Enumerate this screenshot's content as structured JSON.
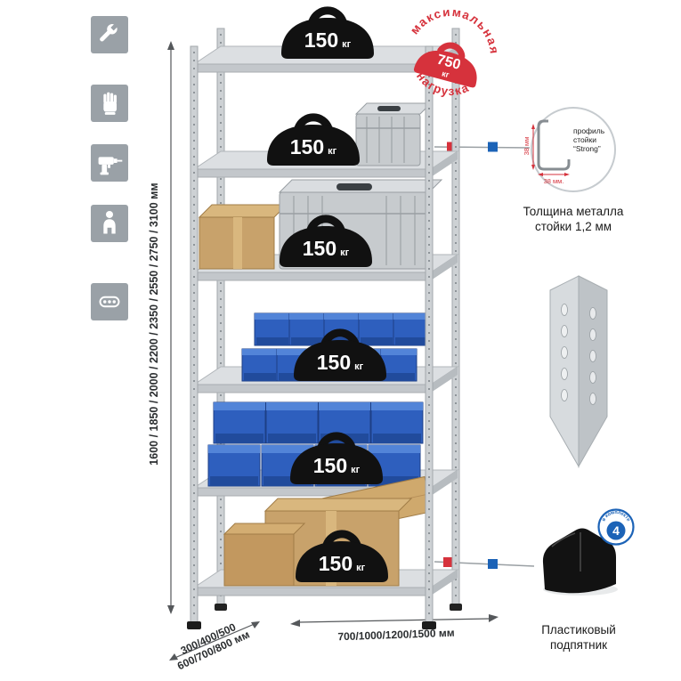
{
  "sidebar": {
    "icons": [
      {
        "name": "wrench"
      },
      {
        "name": "gloves"
      },
      {
        "name": "drill"
      },
      {
        "name": "person"
      },
      {
        "name": "perforated-profile"
      }
    ]
  },
  "rack": {
    "weights": [
      {
        "value": "150",
        "unit": "кг"
      },
      {
        "value": "150",
        "unit": "кг"
      },
      {
        "value": "150",
        "unit": "кг"
      },
      {
        "value": "150",
        "unit": "кг"
      },
      {
        "value": "150",
        "unit": "кг"
      },
      {
        "value": "150",
        "unit": "кг"
      }
    ]
  },
  "stamp": {
    "arc_top": "максимальная",
    "arc_bottom": "нагрузка",
    "value": "750",
    "unit": "кг"
  },
  "dimensions": {
    "height": "1600 / 1850 / 2000 / 2200 / 2350 / 2550 / 2750 / 3100 мм",
    "depth_top": "300/400/500",
    "depth_bottom": "600/700/800 мм",
    "width": "700/1000/1200/1500 мм"
  },
  "profile": {
    "label_line1": "профиль",
    "label_line2": "стойки",
    "label_line3": "“Strong”",
    "dim_vertical": "38 мм",
    "dim_horizontal": "38 мм.",
    "caption_line1": "Толщина металла",
    "caption_line2": "стойки 1,2 мм"
  },
  "foot": {
    "badge_value": "4",
    "badge_label": "в комплекте",
    "caption_line1": "Пластиковый",
    "caption_line2": "подпятник"
  },
  "colors": {
    "accent_red": "#d6323c",
    "accent_blue": "#1c63b7"
  }
}
